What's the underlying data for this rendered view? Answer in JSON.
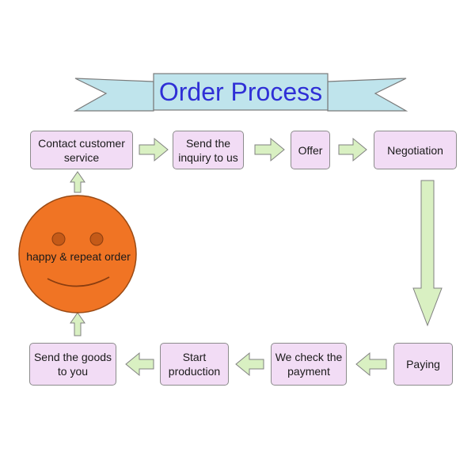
{
  "title": "Order Process",
  "steps": {
    "contact": "Contact customer service",
    "send_inquiry": "Send the inquiry to us",
    "offer": "Offer",
    "negotiation": "Negotiation",
    "paying": "Paying",
    "check_payment": "We check the payment",
    "start_production": "Start production",
    "send_goods": "Send the goods to you"
  },
  "smiley_label": "happy & repeat order",
  "colors": {
    "box_fill": "#f2dcf5",
    "arrow_fill": "#d9f0c2",
    "banner_fill": "#bfe4ec",
    "title_text": "#2f2fd6",
    "smiley_fill": "#f07424"
  }
}
